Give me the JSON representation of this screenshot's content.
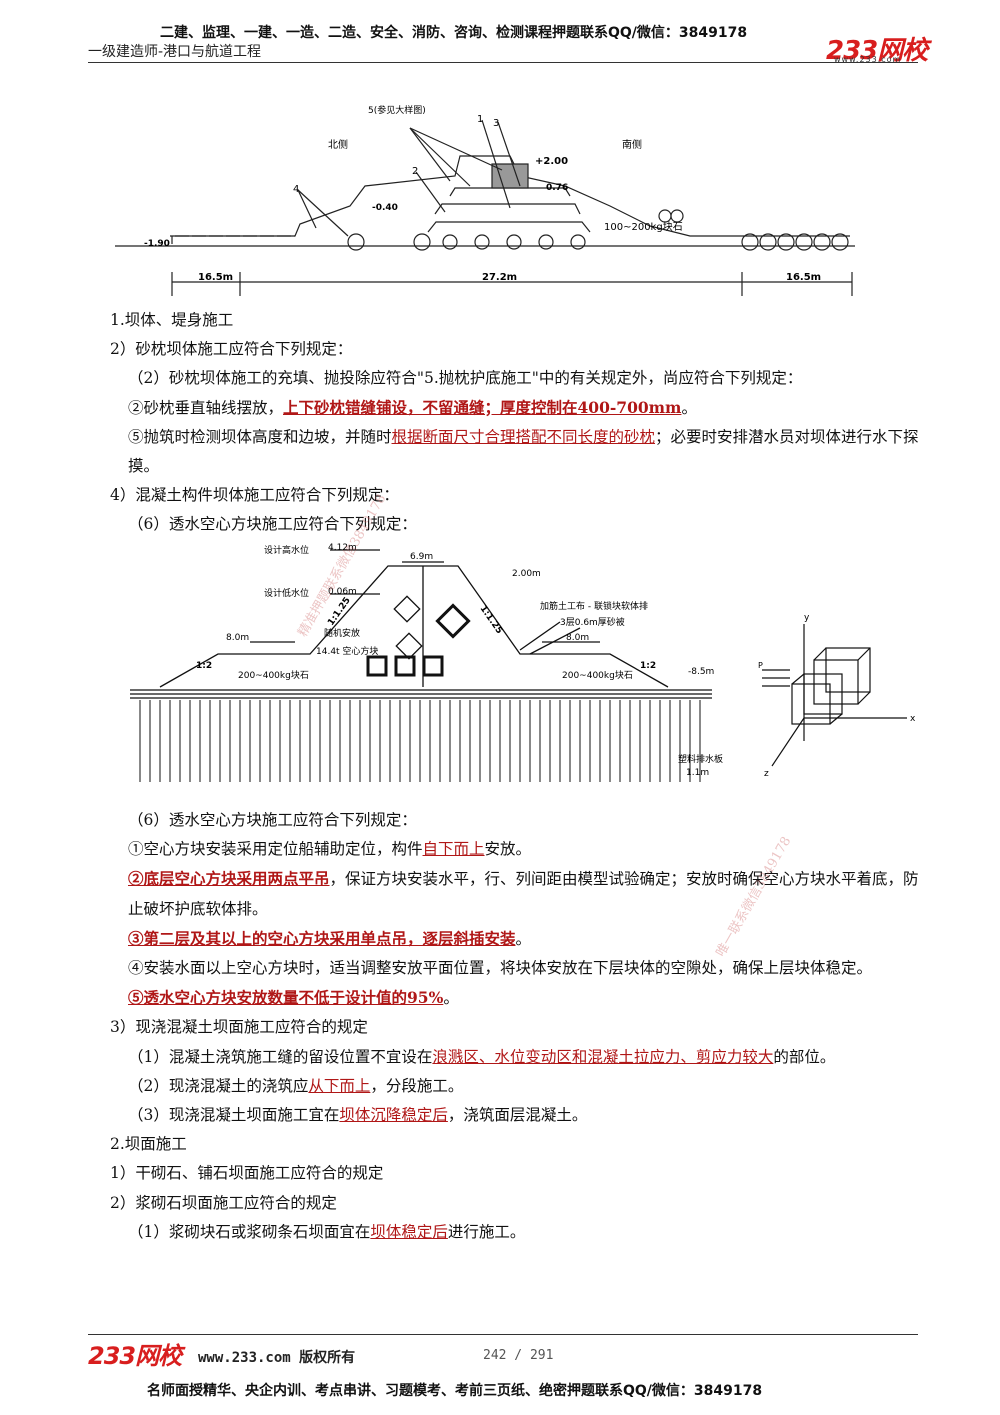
{
  "header": {
    "top_line": "二建、监理、一建、一造、二造、安全、消防、咨询、检测课程押题联系QQ/微信：3849178",
    "subtitle": "一级建造师-港口与航道工程",
    "logo": "233网校",
    "logo_url": "www.233.com"
  },
  "figure1": {
    "label_detail": "5(参见大样图)",
    "label_1": "1",
    "label_3": "3",
    "label_2": "2",
    "label_4": "4",
    "north": "北侧",
    "south": "南侧",
    "elev_top": "+2.00",
    "elev_right": "0.76",
    "elev_left": "-0.40",
    "elev_far_left": "-1.90",
    "stone": "100~200kg块石",
    "dim_left": "16.5m",
    "dim_mid": "27.2m",
    "dim_right": "16.5m"
  },
  "section1": {
    "lines": [
      {
        "text": "1.坝体、堤身施工"
      },
      {
        "text": "2）砂枕坝体施工应符合下列规定："
      },
      {
        "text": "（2）砂枕坝体施工的充填、抛投除应符合\"5.抛枕护底施工\"中的有关规定外，尚应符合下列规定："
      },
      {
        "pre": "②砂枕垂直轴线摆放，",
        "hl": "上下砂枕错缝铺设，不留通缝；厚度控制在400-700mm",
        "post": "。"
      },
      {
        "pre": "⑤抛筑时检测坝体高度和边坡，并随时",
        "hl": "根据断面尺寸合理搭配不同长度的砂枕",
        "post": "；必要时安排潜水员对坝体进行水下探摸。"
      },
      {
        "text": "4）混凝土构件坝体施工应符合下列规定："
      },
      {
        "text": "（6）透水空心方块施工应符合下列规定："
      }
    ]
  },
  "figure2": {
    "design_high": "设计高水位",
    "high_val": "4.12m",
    "top_width": "6.9m",
    "elev_2": "2.00m",
    "design_low": "设计低水位",
    "low_val": "0.06m",
    "slope_left": "1:1.25",
    "slope_right": "1:1.25",
    "geotextile": "加筋土工布 - 联锁块软体排",
    "sand": "3层0.6m厚砂被",
    "random": "随机安放",
    "block": "14.4t 空心方块",
    "berm_left": "8.0m",
    "berm_right": "8.0m",
    "ratio_left": "1:2",
    "ratio_right": "1:2",
    "stone_left": "200~400kg块石",
    "stone_right": "200~400kg块石",
    "elev_neg": "-8.5m",
    "drain": "塑料排水板",
    "drain_spacing": "1.1m"
  },
  "figure3": {
    "axis_y": "y",
    "axis_x": "x",
    "axis_z": "z",
    "label_p": "P"
  },
  "section2": {
    "lines": [
      {
        "text": "（6）透水空心方块施工应符合下列规定："
      },
      {
        "pre": "①空心方块安装采用定位船辅助定位，构件",
        "hl": "自下而上",
        "post": "安放。"
      },
      {
        "hlb": "②底层空心方块采用两点平吊",
        "post": "，保证方块安装水平，行、列间距由模型试验确定；安放时确保空心方块水平着底，防止破坏护底软体排。"
      },
      {
        "hlb": "③第二层及其以上的空心方块采用单点吊，逐层斜插安装",
        "post": "。"
      },
      {
        "text": "④安装水面以上空心方块时，适当调整安放平面位置，将块体安放在下层块体的空隙处，确保上层块体稳定。"
      },
      {
        "hlb": "⑤透水空心方块安放数量不低于设计值的95%",
        "post": "。"
      },
      {
        "text": "3）现浇混凝土坝面施工应符合的规定"
      },
      {
        "pre": "（1）混凝土浇筑施工缝的留设位置不宜设在",
        "hl": "浪溅区、水位变动区和混凝土拉应力、剪应力较大",
        "post": "的部位。"
      },
      {
        "pre": "（2）现浇混凝土的浇筑应",
        "hl": "从下而上",
        "post": "，分段施工。"
      },
      {
        "pre": "（3）现浇混凝土坝面施工宜在",
        "hl": "坝体沉降稳定后",
        "post": "，浇筑面层混凝土。"
      },
      {
        "text": "2.坝面施工"
      },
      {
        "text": "1）干砌石、铺石坝面施工应符合的规定"
      },
      {
        "text": "2）浆砌石坝面施工应符合的规定"
      },
      {
        "pre": "（1）浆砌块石或浆砌条石坝面宜在",
        "hl": "坝体稳定后",
        "post": "进行施工。"
      }
    ]
  },
  "watermarks": {
    "wm1": "精准押题联系微信3849178",
    "wm2": "唯一联系微信3849178"
  },
  "footer": {
    "logo": "233网校",
    "copyright": "www.233.com 版权所有",
    "page": "242 / 291",
    "bottom": "名师面授精华、央企内训、考点串讲、习题模考、考前三页纸、绝密押题联系QQ/微信：3849178"
  },
  "colors": {
    "highlight": "#b01717",
    "logo": "#d81e1e"
  }
}
